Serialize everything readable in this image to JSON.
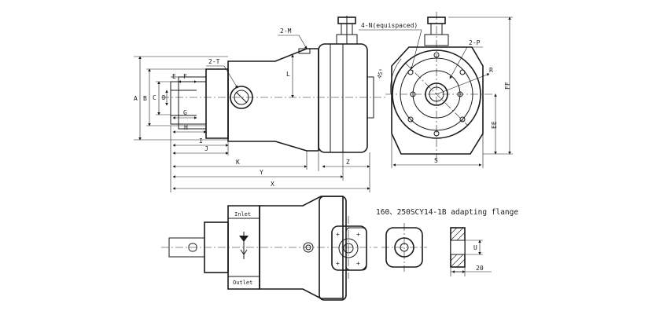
{
  "side_view": {
    "dim_labels": {
      "A": "A",
      "B": "B",
      "C": "C",
      "D": "D",
      "E": "E",
      "F": "F",
      "G": "G",
      "H": "H",
      "I": "I",
      "J": "J",
      "K": "K",
      "Y": "Y",
      "X": "X",
      "Z": "Z",
      "L": "L"
    },
    "port_callouts": {
      "m": "2-M",
      "t": "2-T"
    }
  },
  "end_view": {
    "bolt_callout": "4-N(equispaced)",
    "port_callout": "2-P",
    "radius_label": "R",
    "angle_label": "45°",
    "dim_labels": {
      "S": "S",
      "EE": "EE",
      "FF": "FF"
    }
  },
  "bottom_view": {
    "inlet_label": "Inlet",
    "outlet_label": "Outlet"
  },
  "flange": {
    "caption": "160、250SCY14-1B adapting flange",
    "dim_u": "U",
    "dim_20": "20"
  }
}
